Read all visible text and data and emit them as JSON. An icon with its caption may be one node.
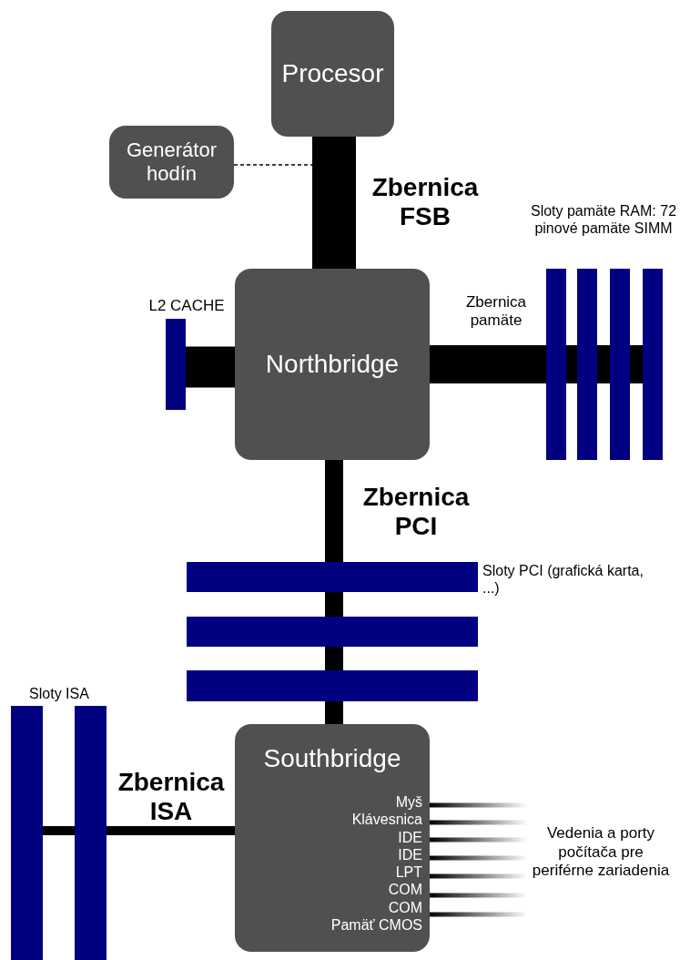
{
  "diagram": {
    "nodes": [
      {
        "text": [
          "Procesor"
        ]
      },
      {
        "text": [
          "Generátor hodín"
        ]
      },
      {
        "text": [
          "Northbridge"
        ]
      },
      {
        "text": [],
        "shape": "bar",
        "beside": [
          "L2 CACHE"
        ]
      },
      {
        "text": [],
        "shape": "bar"
      },
      {
        "text": [],
        "shape": "bar"
      },
      {
        "text": [],
        "shape": "bar"
      },
      {
        "text": [],
        "shape": "bar"
      },
      {
        "text": [],
        "shape": "bar"
      },
      {
        "text": [],
        "shape": "bar"
      },
      {
        "text": [],
        "shape": "bar"
      },
      {
        "text": [
          "Southbridge",
          "Myš",
          "Klávesnica",
          "IDE",
          "IDE",
          "LPT",
          "COM",
          "COM",
          "Pamäť CMOS"
        ]
      },
      {
        "text": [],
        "shape": "bar"
      },
      {
        "text": [],
        "shape": "bar"
      },
      {
        "text": [
          "Vedenia a porty počítača pre periférne zariadenia"
        ]
      }
    ],
    "edges": [
      {
        "from": 0,
        "to": 2,
        "arrow": "none",
        "style": "thick",
        "label": "Zbernica FSB"
      },
      {
        "from": 1,
        "to": null,
        "arrow": "none",
        "style": "dashed"
      },
      {
        "from": 3,
        "to": 2,
        "arrow": "none",
        "style": "thick"
      },
      {
        "from": 2,
        "to": 4,
        "arrow": "none",
        "style": "thick",
        "label": "Zbernica pamäte"
      },
      {
        "from": 2,
        "to": 5,
        "arrow": "none",
        "style": "thick"
      },
      {
        "from": 2,
        "to": 6,
        "arrow": "none",
        "style": "thick"
      },
      {
        "from": 2,
        "to": 7,
        "arrow": "none",
        "style": "thick"
      },
      {
        "from": 2,
        "to": 8,
        "arrow": "none",
        "label": "Zbernica PCI"
      },
      {
        "from": 2,
        "to": 9,
        "arrow": "none"
      },
      {
        "from": 2,
        "to": 10,
        "arrow": "none"
      },
      {
        "from": 2,
        "to": 11,
        "arrow": "none"
      },
      {
        "from": 11,
        "to": 12,
        "arrow": "none",
        "label": "Zbernica ISA"
      },
      {
        "from": 11,
        "to": 13,
        "arrow": "none"
      },
      {
        "from": 11,
        "to": 14,
        "arrow": "none"
      },
      {
        "from": 11,
        "to": 14,
        "arrow": "none"
      },
      {
        "from": 11,
        "to": 14,
        "arrow": "none"
      },
      {
        "from": 11,
        "to": 14,
        "arrow": "none"
      },
      {
        "from": 11,
        "to": 14,
        "arrow": "none"
      },
      {
        "from": 11,
        "to": 14,
        "arrow": "none"
      },
      {
        "from": 11,
        "to": 14,
        "arrow": "none"
      }
    ],
    "labels": [
      "Sloty pamäte RAM: 72 pinové pamäte SIMM",
      "Sloty PCI (grafická karta, ...)",
      "Sloty ISA"
    ]
  }
}
